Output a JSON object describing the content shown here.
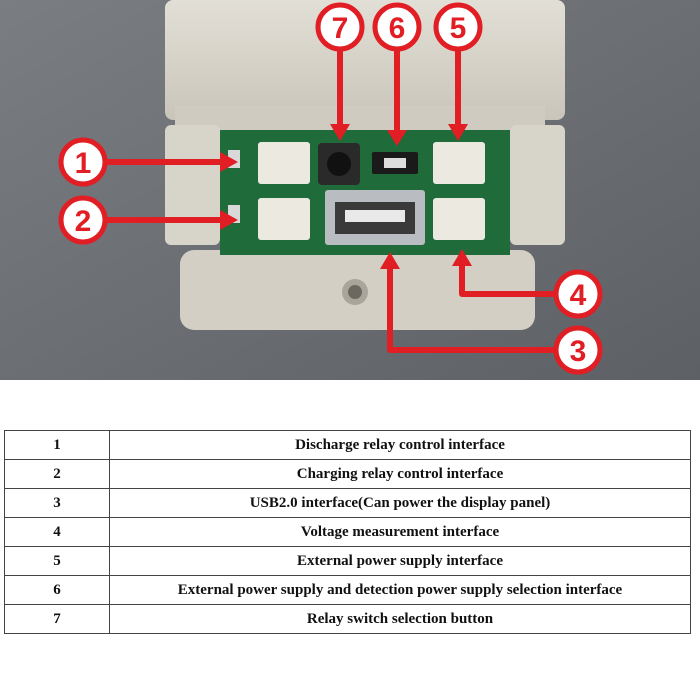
{
  "callouts": [
    {
      "number": "1"
    },
    {
      "number": "2"
    },
    {
      "number": "3"
    },
    {
      "number": "4"
    },
    {
      "number": "5"
    },
    {
      "number": "6"
    },
    {
      "number": "7"
    }
  ],
  "table": {
    "rows": [
      {
        "number": "1",
        "description": "Discharge relay control interface"
      },
      {
        "number": "2",
        "description": "Charging relay control interface"
      },
      {
        "number": "3",
        "description": "USB2.0 interface(Can power the display panel)"
      },
      {
        "number": "4",
        "description": "Voltage measurement interface"
      },
      {
        "number": "5",
        "description": "External power supply interface"
      },
      {
        "number": "6",
        "description": "External power supply and detection power supply selection interface"
      },
      {
        "number": "7",
        "description": "Relay switch selection button"
      }
    ]
  },
  "colors": {
    "callout_red": "#e01e24",
    "background_gray": "#6e7176",
    "enclosure_beige": "#d9d6cc",
    "pcb_green": "#1f6b3a"
  }
}
